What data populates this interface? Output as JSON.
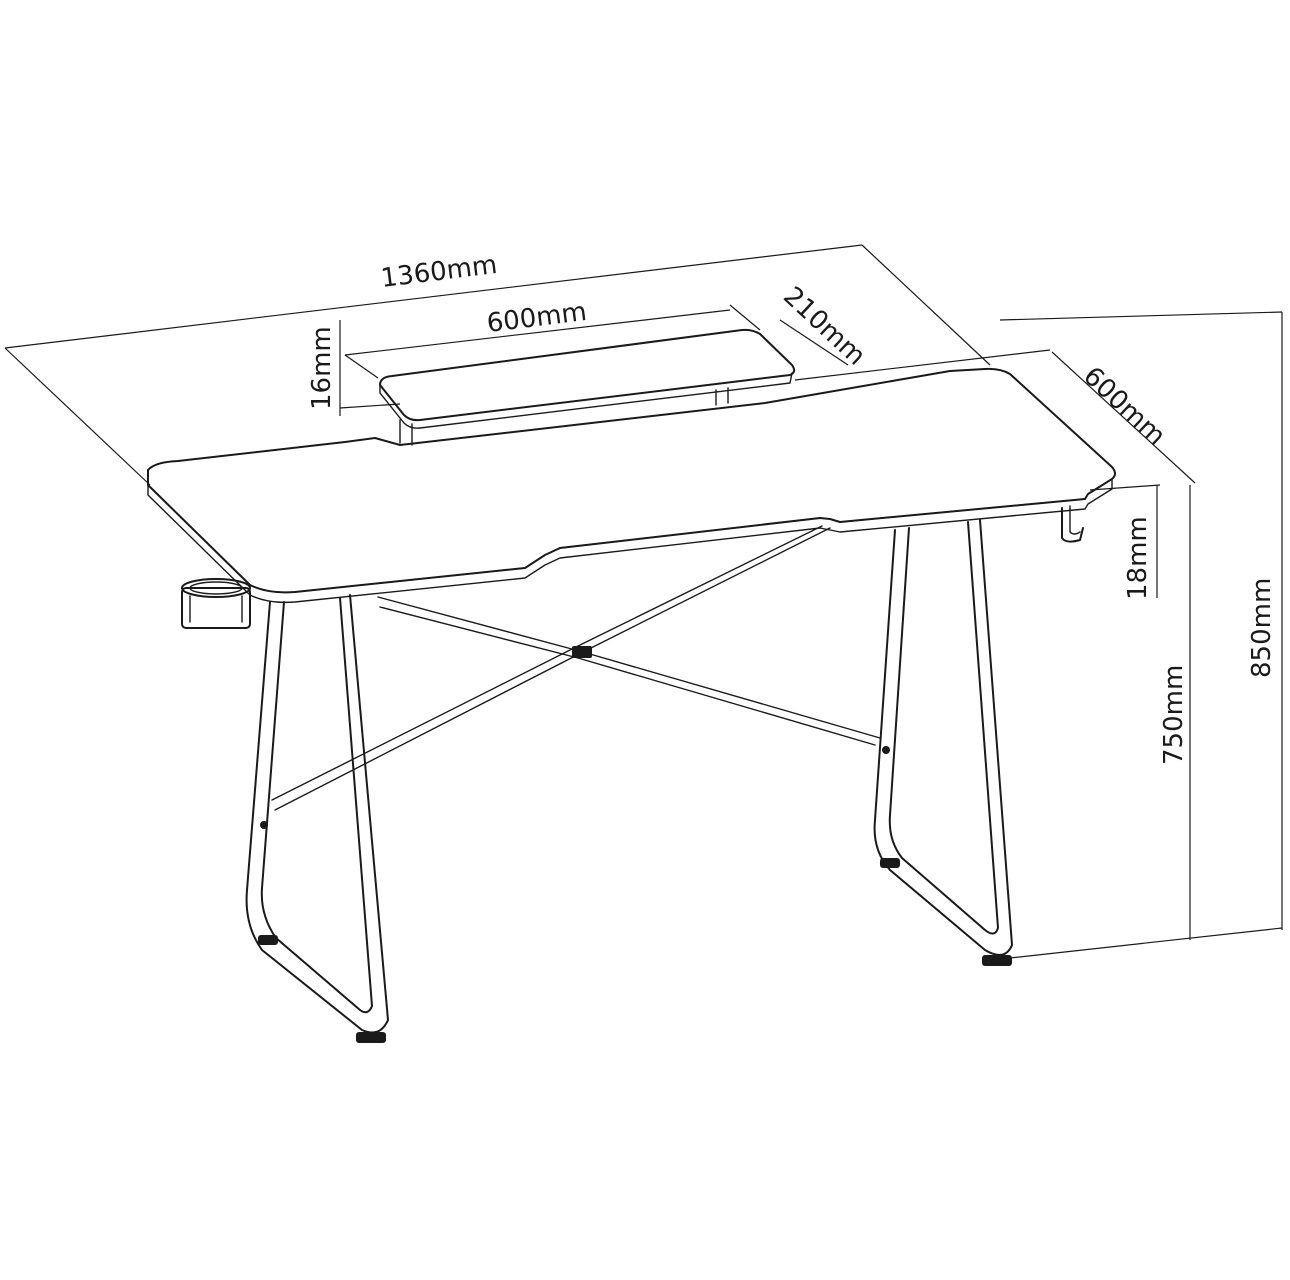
{
  "dimensions": {
    "total_width": "1360mm",
    "shelf_width": "600mm",
    "shelf_depth": "210mm",
    "shelf_height": "16mm",
    "desk_depth": "600mm",
    "top_thickness": "18mm",
    "desk_height": "750mm",
    "total_height": "850mm"
  },
  "colors": {
    "line": "#1a1a1a",
    "background": "#ffffff"
  }
}
